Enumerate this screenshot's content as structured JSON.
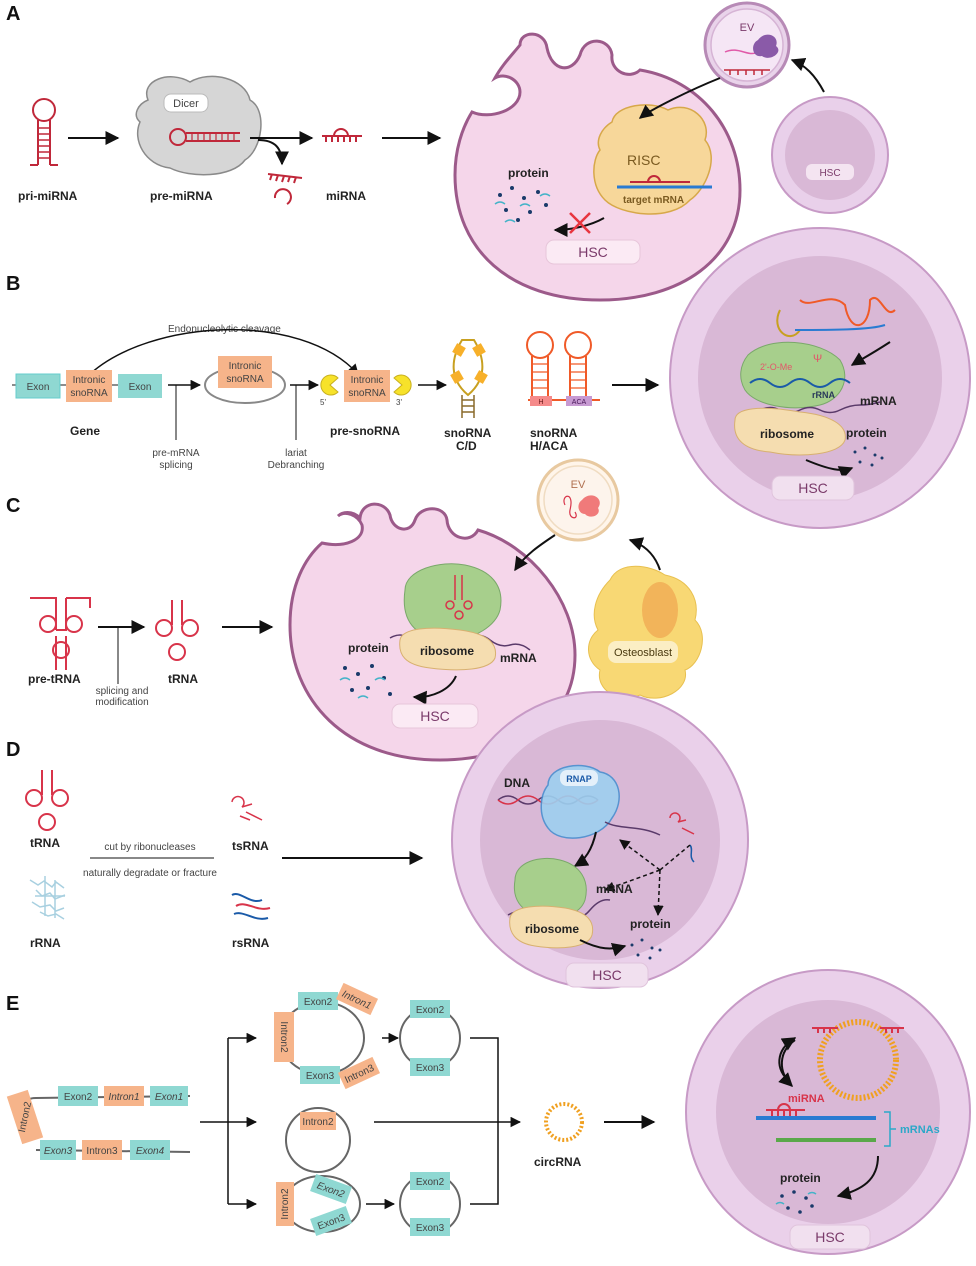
{
  "panels": {
    "a": {
      "letter": "A",
      "pri": "pri-miRNA",
      "pre": "pre-miRNA",
      "dicer": "Dicer",
      "mirna": "miRNA",
      "ev": "EV",
      "risc": "RISC",
      "target": "target mRNA",
      "protein": "protein",
      "hsc": "HSC",
      "hsc_small": "HSC"
    },
    "b": {
      "letter": "B",
      "cleavage": "Endonucleolytic cleavage",
      "exon": "Exon",
      "intronic": "Intronic",
      "snorna": "snoRNA",
      "gene": "Gene",
      "splicing1": "pre-mRNA",
      "splicing2": "splicing",
      "lariat1": "lariat",
      "lariat2": "Debranching",
      "five": "5'",
      "three": "3'",
      "pre": "pre-snoRNA",
      "cd1": "snoRNA",
      "cd2": "C/D",
      "haca1": "snoRNA",
      "haca2": "H/ACA",
      "h": "H",
      "aca": "ACA",
      "ome": "2'-O-Me",
      "psi": "Ψ",
      "rrna": "rRNA",
      "mrna": "mRNA",
      "ribosome": "ribosome",
      "protein": "protein",
      "hsc": "HSC"
    },
    "c": {
      "letter": "C",
      "pre": "pre-tRNA",
      "trna": "tRNA",
      "splice1": "splicing and",
      "splice2": "modification",
      "ev": "EV",
      "ribosome": "ribosome",
      "mrna": "mRNA",
      "protein": "protein",
      "hsc": "HSC",
      "osteo": "Osteosblast"
    },
    "d": {
      "letter": "D",
      "trna": "tRNA",
      "rrna": "rRNA",
      "cut": "cut by ribonucleases",
      "degrade": "naturally degradate or fracture",
      "tsrna": "tsRNA",
      "rsrna": "rsRNA",
      "dna": "DNA",
      "rnap": "RNAP",
      "mrna": "mRNA",
      "ribosome": "ribosome",
      "protein": "protein",
      "hsc": "HSC"
    },
    "e": {
      "letter": "E",
      "exon1": "Exon1",
      "exon2": "Exon2",
      "exon3": "Exon3",
      "exon4": "Exon4",
      "intron1": "Intron1",
      "intron2": "Intron2",
      "intron3": "Intron3",
      "circ": "circRNA",
      "mirna": "miRNA",
      "mrnas": "mRNAs",
      "protein": "protein",
      "hsc": "HSC"
    }
  },
  "colors": {
    "cell_pink": "#f5d6ea",
    "cell_border": "#9c5a8a",
    "nucleus": "#d9b8d6",
    "exon_box": "#8fd8d2",
    "intron_box": "#f6b48a",
    "rna_red": "#c0283a",
    "ribosome_tan": "#f5ddb0",
    "ribo_green": "#a7cf8c",
    "osteoblast": "#f8d874"
  }
}
